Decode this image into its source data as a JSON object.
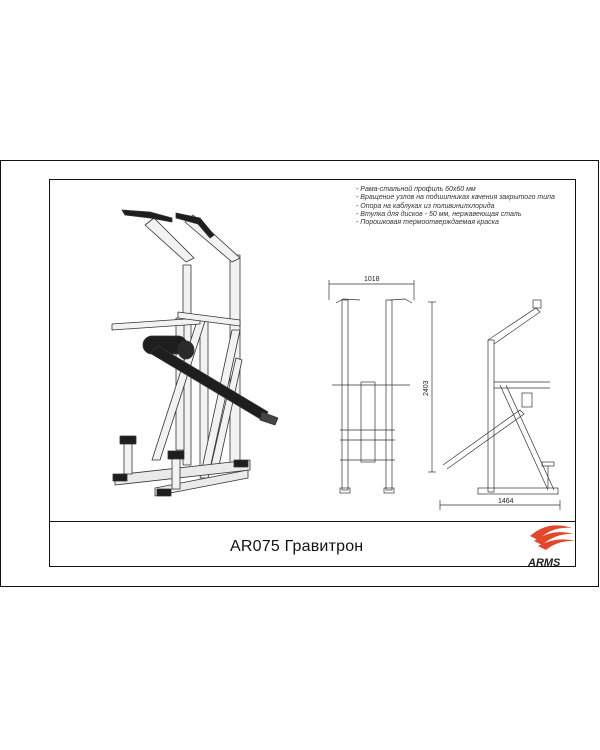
{
  "document": {
    "title": "AR075 Гравитрон",
    "specs": [
      "- Рама-стальной профиль 60х60 мм",
      "- Вращение узлов на подшипниках качения закрытого типа",
      "- Опора на каблуках из поливинилхлорида",
      "- Втулка для дисков - 50 мм, нержавеющая сталь",
      "- Порошковая термоотверждаемая краска"
    ],
    "dimensions": {
      "width": "1018",
      "height": "2403",
      "length": "1464"
    },
    "logo": {
      "text": "ARMS",
      "accent_color": "#e2472b"
    },
    "colors": {
      "frame": "#f2f2f2",
      "outline": "#222222",
      "pad": "#1e1e1e"
    }
  }
}
